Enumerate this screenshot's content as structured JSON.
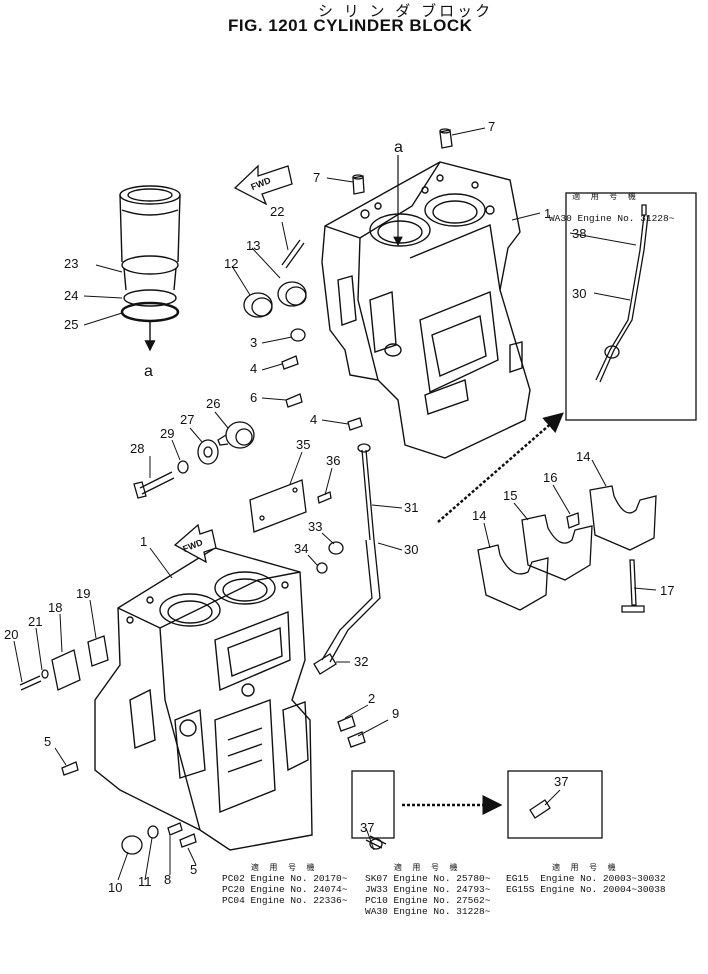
{
  "title": {
    "japanese": "シ リ ン ダ ブロック",
    "main": "FIG. 1201 CYLINDER BLOCK"
  },
  "arrow_labels": {
    "fwd": "FWD",
    "section": "a"
  },
  "callouts": [
    "1",
    "2",
    "3",
    "4",
    "5",
    "6",
    "7",
    "8",
    "9",
    "10",
    "11",
    "12",
    "13",
    "14",
    "15",
    "16",
    "17",
    "18",
    "19",
    "20",
    "21",
    "22",
    "23",
    "24",
    "25",
    "26",
    "27",
    "28",
    "29",
    "30",
    "31",
    "32",
    "33",
    "34",
    "35",
    "36",
    "37",
    "38"
  ],
  "applicability": {
    "header": "適 用 号 機",
    "inset_wa30": "WA30 Engine No. 31228~",
    "col1": [
      "PC02 Engine No. 20170~",
      "PC20 Engine No. 24074~",
      "PC04 Engine No. 22336~"
    ],
    "col2": [
      "SK07 Engine No. 25780~",
      "JW33 Engine No. 24793~",
      "PC10 Engine No. 27562~",
      "WA30 Engine No. 31228~"
    ],
    "col3": [
      "EG15  Engine No. 20003~30032",
      "EG15S Engine No. 20004~30038"
    ]
  }
}
